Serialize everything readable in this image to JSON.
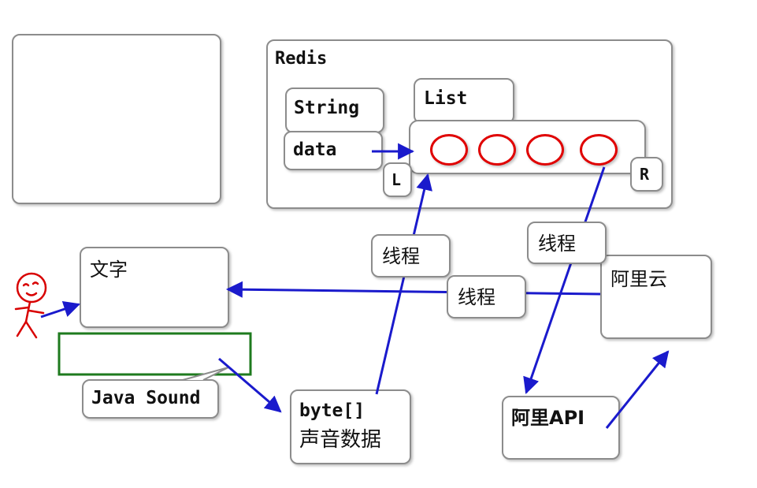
{
  "redis": {
    "title": "Redis",
    "string_label": "String",
    "data_label": "data",
    "list_label": "List",
    "left_label": "L",
    "right_label": "R",
    "list_item_count": 4
  },
  "text_area": {
    "label": "文字"
  },
  "java_sound": {
    "label": "Java Sound"
  },
  "byte_data": {
    "line1": "byte[]",
    "line2": "声音数据"
  },
  "threads": {
    "thread1": "线程",
    "thread2": "线程",
    "thread3": "线程"
  },
  "aliyun": {
    "label": "阿里云"
  },
  "ali_api": {
    "label": "阿里API"
  },
  "colors": {
    "arrow": "#1a1acc",
    "list_item": "#e00000",
    "highlight_box": "#1e7a1e",
    "person": "#d80000",
    "border": "#8c8c8c"
  }
}
